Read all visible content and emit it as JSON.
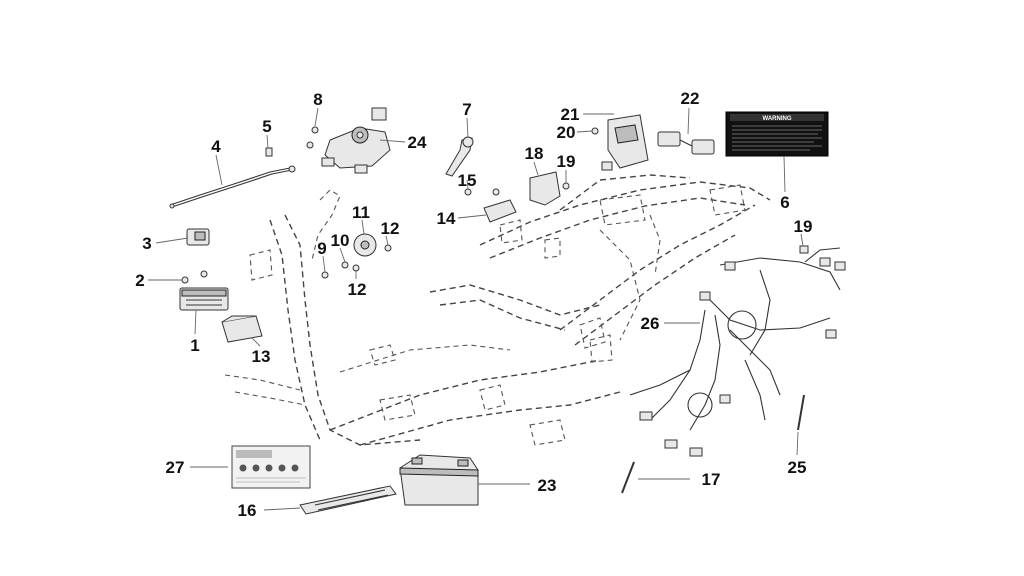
{
  "diagram": {
    "callouts": [
      {
        "id": "1",
        "label": "1"
      },
      {
        "id": "2",
        "label": "2"
      },
      {
        "id": "3",
        "label": "3"
      },
      {
        "id": "4",
        "label": "4"
      },
      {
        "id": "5",
        "label": "5"
      },
      {
        "id": "6",
        "label": "6"
      },
      {
        "id": "7",
        "label": "7"
      },
      {
        "id": "8",
        "label": "8"
      },
      {
        "id": "9",
        "label": "9"
      },
      {
        "id": "10",
        "label": "10"
      },
      {
        "id": "11",
        "label": "11"
      },
      {
        "id": "12a",
        "label": "12"
      },
      {
        "id": "12b",
        "label": "12"
      },
      {
        "id": "13",
        "label": "13"
      },
      {
        "id": "14",
        "label": "14"
      },
      {
        "id": "15",
        "label": "15"
      },
      {
        "id": "16",
        "label": "16"
      },
      {
        "id": "17",
        "label": "17"
      },
      {
        "id": "18",
        "label": "18"
      },
      {
        "id": "19a",
        "label": "19"
      },
      {
        "id": "19b",
        "label": "19"
      },
      {
        "id": "20",
        "label": "20"
      },
      {
        "id": "21",
        "label": "21"
      },
      {
        "id": "22",
        "label": "22"
      },
      {
        "id": "23",
        "label": "23"
      },
      {
        "id": "24",
        "label": "24"
      },
      {
        "id": "25",
        "label": "25"
      },
      {
        "id": "26",
        "label": "26"
      },
      {
        "id": "27",
        "label": "27"
      }
    ],
    "warning_label": {
      "title": "WARNING"
    }
  }
}
